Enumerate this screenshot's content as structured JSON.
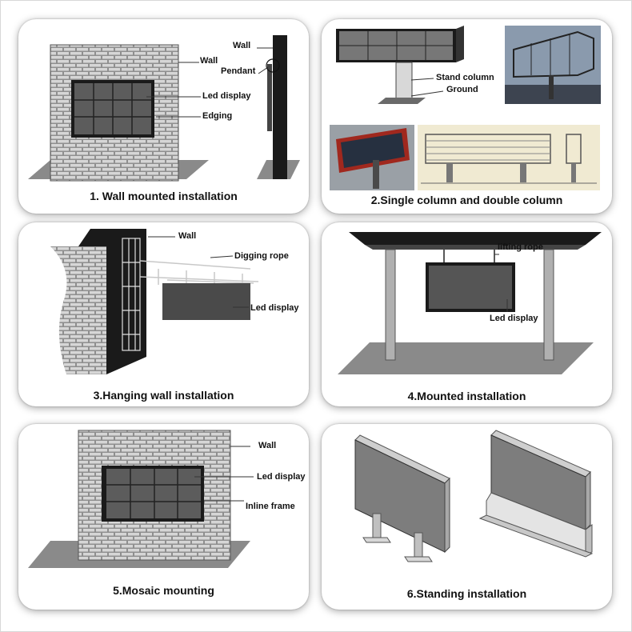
{
  "panels": [
    {
      "caption": "1. Wall mounted installation",
      "labels": {
        "wall_right": "Wall",
        "wall_left": "Wall",
        "pendant": "Pendant",
        "led_display": "Led display",
        "edging": "Edging"
      }
    },
    {
      "caption": "2.Single column and double column",
      "labels": {
        "stand_column": "Stand column",
        "ground": "Ground"
      }
    },
    {
      "caption": "3.Hanging wall installation",
      "labels": {
        "wall": "Wall",
        "digging_rope": "Digging rope",
        "led_display": "Led display"
      }
    },
    {
      "caption": "4.Mounted installation",
      "labels": {
        "lifting_rope": "lifting rope",
        "led_display": "Led display"
      }
    },
    {
      "caption": "5.Mosaic mounting",
      "labels": {
        "wall": "Wall",
        "led_display": "Led display",
        "inline_frame": "Inline frame"
      }
    },
    {
      "caption": "6.Standing installation",
      "labels": {}
    }
  ],
  "colors": {
    "wall_fill": "#8f8f8f",
    "brick": "#d6d6d6",
    "ground": "#8a8a8a",
    "screen": "#4a4a4a",
    "cell": "#5c5c5c",
    "frame": "#1a1a1a",
    "sign_face": "#7d7d7d"
  }
}
